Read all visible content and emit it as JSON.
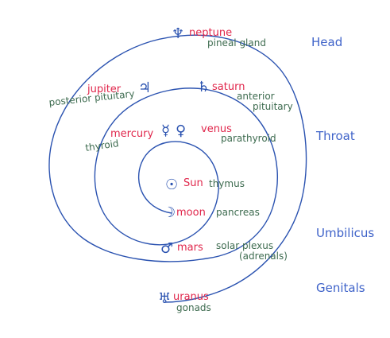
{
  "spiral": {
    "symbols": {
      "neptune": "♆",
      "jupiter": "♃",
      "saturn": "♄",
      "mercury": "☿",
      "venus": "♀",
      "sun": "☉",
      "moon": "☽",
      "mars": "♂",
      "uranus": "♅"
    },
    "planets": {
      "neptune": "neptune",
      "jupiter": "jupiter",
      "saturn": "saturn",
      "mercury": "mercury",
      "venus": "venus",
      "sun": "Sun",
      "moon": "moon",
      "mars": "mars",
      "uranus": "uranus"
    },
    "glands": {
      "pineal": "pineal gland",
      "posterior_pituitary": "posterior pituitary",
      "anterior_1": "anterior",
      "anterior_2": "pituitary",
      "thyroid": "thyroid",
      "parathyroid": "parathyroid",
      "thymus": "thymus",
      "pancreas": "pancreas",
      "solar_plexus": "solar plexus",
      "adrenals": "(adrenals)",
      "gonads": "gonads"
    }
  },
  "regions": {
    "head": "Head",
    "throat": "Throat",
    "umbilicus": "Umbilicus",
    "genitals": "Genitals"
  },
  "colors": {
    "spiral": "#2a52b0",
    "planet_text": "#e0264b",
    "gland_text": "#3d6b4f",
    "region_text": "#3f63c9"
  }
}
